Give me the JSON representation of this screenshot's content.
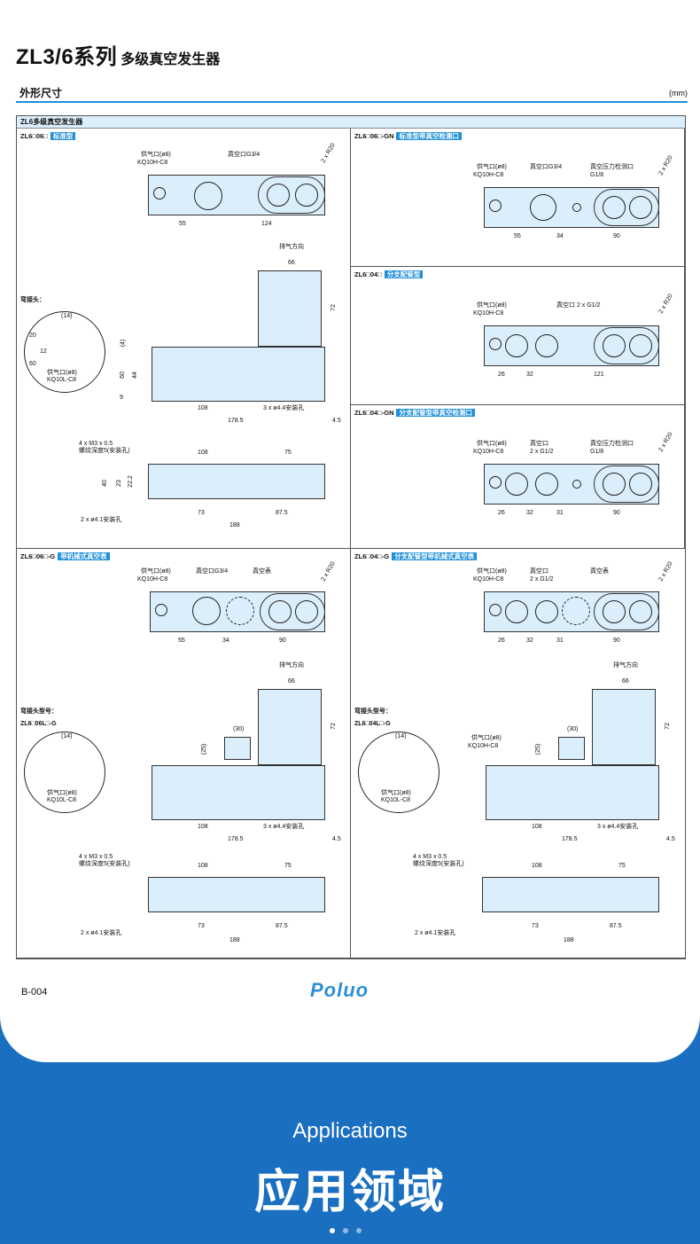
{
  "header": {
    "title": "ZL3/6系列",
    "subtitle": "多级真空发生器"
  },
  "section": {
    "label": "外形尺寸",
    "unit": "(mm)"
  },
  "grid_title": "ZL6多级真空发生器",
  "cells": {
    "std": {
      "code": "ZL6□06□",
      "tag": "标准型",
      "supply": "供气口(ø8)",
      "fitting": "KQ10H-C8",
      "vacuum": "真空口G3/4",
      "radius": "2 x R20",
      "d1": "55",
      "d2": "124"
    },
    "gn": {
      "code": "ZL6□06□-GN",
      "tag": "标准型带真空检测口",
      "supply": "供气口(ø8)",
      "fitting": "KQ10H-C8",
      "vacuum": "真空口G3/4",
      "detect": "真空压力检测口",
      "detect_thread": "G1/8",
      "radius": "2 x R20",
      "d1": "55",
      "d2": "34",
      "d3": "90"
    },
    "side": {
      "label": "弯接头：",
      "exhaust": "排气方向",
      "w66": "66",
      "h72": "72",
      "h60": "60",
      "h44": "44",
      "h9": "9",
      "h4": "(4)",
      "l108": "108",
      "l178": "178.5",
      "l45": "4.5",
      "holes": "3 x ø4.4安装孔",
      "d14": "(14)",
      "d20": "20",
      "d12": "12",
      "d60": "60",
      "elbow_supply": "供气口(ø8)",
      "elbow_fitting": "KQ10L-C8"
    },
    "b04": {
      "code": "ZL6□04□",
      "tag": "分支配管型",
      "supply": "供气口(ø8)",
      "fitting": "KQ10H-C8",
      "vacuum": "真空口 2 x G1/2",
      "radius": "2 x R20",
      "d1": "26",
      "d2": "32",
      "d3": "121"
    },
    "b04gn": {
      "code": "ZL6□04□-GN",
      "tag": "分支配管型带真空检测口",
      "supply": "供气口(ø8)",
      "fitting": "KQ10H-C8",
      "vacuum": "真空口",
      "vacuum2": "2 x G1/2",
      "detect": "真空压力检测口",
      "detect_thread": "G1/8",
      "radius": "2 x R20",
      "d1": "26",
      "d2": "32",
      "d3": "31",
      "d4": "90"
    },
    "bottom": {
      "screw": "4 x M3 x 0.5",
      "depth": "螺纹深度5(安装孔)",
      "l108": "108",
      "l75": "75",
      "h40": "40",
      "h23": "23",
      "h222": "22.2",
      "l73": "73",
      "l875": "87.5",
      "l188": "188",
      "holes": "2 x ø4.1安装孔"
    },
    "g06": {
      "code": "ZL6□06□-G",
      "tag": "带机械式真空表",
      "supply": "供气口(ø8)",
      "fitting": "KQ10H-C8",
      "vacuum": "真空口G3/4",
      "gauge": "真空表",
      "radius": "2 x R20",
      "d1": "55",
      "d2": "34",
      "d3": "90",
      "elbow_model_label": "弯接头型号：",
      "elbow_model": "ZL6□06L□-G",
      "d30": "(30)",
      "d25": "(25)"
    },
    "g04": {
      "code": "ZL6□04□-G",
      "tag": "分支配管型带机械式真空表",
      "supply": "供气口(ø8)",
      "fitting": "KQ10H-C8",
      "vacuum": "真空口",
      "vacuum2": "2 x G1/2",
      "gauge": "真空表",
      "radius": "2 x R20",
      "d1": "26",
      "d2": "32",
      "d3": "31",
      "d4": "90",
      "elbow_model_label": "弯接头型号：",
      "elbow_model": "ZL6□04L□-G",
      "side_supply": "供气口(ø8)",
      "side_fitting": "KQ10H-C8"
    }
  },
  "footer": {
    "page": "B-004",
    "logo": "Poluo"
  },
  "banner": {
    "en": "Applications",
    "cn": "应用领域",
    "dot_colors": [
      "#ffffff",
      "#8fb8e0",
      "#8fb8e0"
    ]
  }
}
